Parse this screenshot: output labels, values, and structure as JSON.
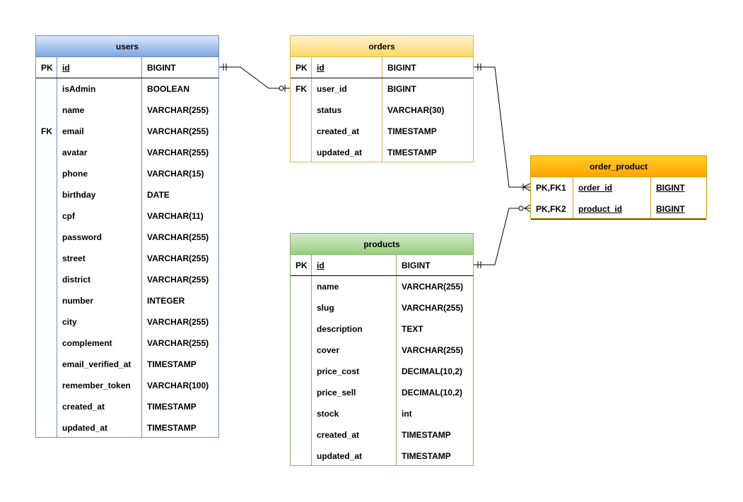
{
  "entities": [
    {
      "id": "users",
      "title": "users",
      "colors": {
        "border": "#6c8ebf",
        "header_top": "#dae8fc",
        "header_bottom": "#7ea6e0"
      },
      "pk_rows": [
        {
          "key": "PK",
          "name": "id",
          "type": "BIGINT"
        }
      ],
      "rows": [
        {
          "key": "",
          "name": "isAdmin",
          "type": "BOOLEAN"
        },
        {
          "key": "",
          "name": "name",
          "type": "VARCHAR(255)"
        },
        {
          "key": "FK",
          "name": "email",
          "type": "VARCHAR(255)"
        },
        {
          "key": "",
          "name": "avatar",
          "type": "VARCHAR(255)"
        },
        {
          "key": "",
          "name": "phone",
          "type": "VARCHAR(15)"
        },
        {
          "key": "",
          "name": "birthday",
          "type": "DATE"
        },
        {
          "key": "",
          "name": "cpf",
          "type": "VARCHAR(11)"
        },
        {
          "key": "",
          "name": "password",
          "type": "VARCHAR(255)"
        },
        {
          "key": "",
          "name": "street",
          "type": "VARCHAR(255)"
        },
        {
          "key": "",
          "name": "district",
          "type": "VARCHAR(255)"
        },
        {
          "key": "",
          "name": "number",
          "type": "INTEGER"
        },
        {
          "key": "",
          "name": "city",
          "type": "VARCHAR(255)"
        },
        {
          "key": "",
          "name": "complement",
          "type": "VARCHAR(255)"
        },
        {
          "key": "",
          "name": "email_verified_at",
          "type": "TIMESTAMP"
        },
        {
          "key": "",
          "name": "remember_token",
          "type": "VARCHAR(100)"
        },
        {
          "key": "",
          "name": "created_at",
          "type": "TIMESTAMP"
        },
        {
          "key": "",
          "name": "updated_at",
          "type": "TIMESTAMP"
        }
      ]
    },
    {
      "id": "orders",
      "title": "orders",
      "colors": {
        "border": "#d6b656",
        "header_top": "#fff2cc",
        "header_bottom": "#ffd966"
      },
      "pk_rows": [
        {
          "key": "PK",
          "name": "id",
          "type": "BIGINT"
        }
      ],
      "rows": [
        {
          "key": "FK",
          "name": "user_id",
          "type": "BIGINT"
        },
        {
          "key": "",
          "name": "status",
          "type": "VARCHAR(30)"
        },
        {
          "key": "",
          "name": "created_at",
          "type": "TIMESTAMP"
        },
        {
          "key": "",
          "name": "updated_at",
          "type": "TIMESTAMP"
        }
      ]
    },
    {
      "id": "order_product",
      "title": "order_product",
      "colors": {
        "border": "#d79b00",
        "header_top": "#ffcd28",
        "header_bottom": "#ffa500"
      },
      "pk_rows": [
        {
          "key": "PK,FK1",
          "name": "order_id",
          "type": "BIGINT"
        },
        {
          "key": "PK,FK2",
          "name": "product_id",
          "type": "BIGINT"
        }
      ],
      "rows": []
    },
    {
      "id": "products",
      "title": "products",
      "colors": {
        "border": "#82b366",
        "header_top": "#d5e8d4",
        "header_bottom": "#97d077"
      },
      "pk_rows": [
        {
          "key": "PK",
          "name": "id",
          "type": "BIGINT"
        }
      ],
      "rows": [
        {
          "key": "",
          "name": "name",
          "type": "VARCHAR(255)"
        },
        {
          "key": "",
          "name": "slug",
          "type": "VARCHAR(255)"
        },
        {
          "key": "",
          "name": "description",
          "type": "TEXT"
        },
        {
          "key": "",
          "name": "cover",
          "type": "VARCHAR(255)"
        },
        {
          "key": "",
          "name": "price_cost",
          "type": "DECIMAL(10,2)"
        },
        {
          "key": "",
          "name": "price_sell",
          "type": "DECIMAL(10,2)"
        },
        {
          "key": "",
          "name": "stock",
          "type": "int"
        },
        {
          "key": "",
          "name": "created_at",
          "type": "TIMESTAMP"
        },
        {
          "key": "",
          "name": "updated_at",
          "type": "TIMESTAMP"
        }
      ]
    }
  ],
  "relationships": [
    {
      "id": "users-orders",
      "from": "users.id",
      "to": "orders.user_id",
      "from_end": "one-mandatory",
      "to_end": "zero-or-one"
    },
    {
      "id": "orders-order_product",
      "from": "orders.id",
      "to": "order_product.order_id",
      "from_end": "one-mandatory",
      "to_end": "one-or-many"
    },
    {
      "id": "products-order_product",
      "from": "products.id",
      "to": "order_product.product_id",
      "from_end": "one-mandatory",
      "to_end": "zero-or-many"
    }
  ]
}
